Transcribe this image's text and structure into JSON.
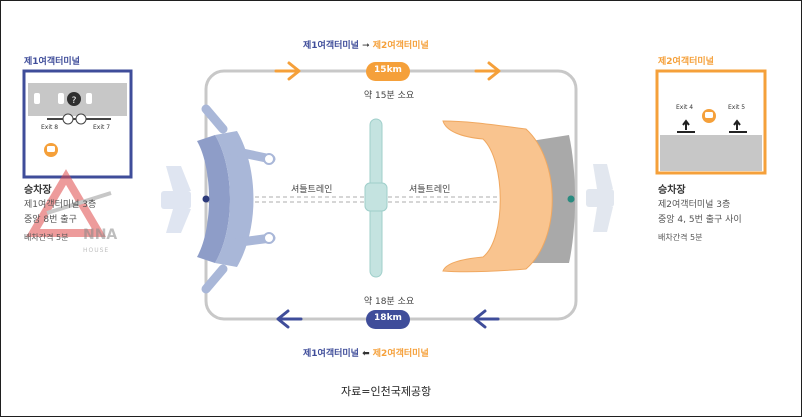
{
  "left_panel": {
    "terminal_label": "제1여객터미널",
    "exit_left": "Exit 8",
    "exit_right": "Exit 7",
    "boarding_title": "승차장",
    "location_line1": "제1여객터미널 3층",
    "location_line2": "중앙 8번 출구",
    "interval": "배차간격 5분"
  },
  "right_panel": {
    "terminal_label": "제2여객터미널",
    "exit_left": "Exit 4",
    "exit_right": "Exit 5",
    "boarding_title": "승차장",
    "location_line1": "제2여객터미널 3층",
    "location_line2": "중앙 4, 5번 출구 사이",
    "interval": "배차간격 5분"
  },
  "top_route": {
    "from": "제1여객터미널",
    "to": "제2여객터미널",
    "distance": "15km",
    "duration": "약 15분 소요"
  },
  "bottom_route": {
    "from": "제1여객터미널",
    "to": "제2여객터미널",
    "distance": "18km",
    "duration": "약 18분 소요"
  },
  "shuttle_left": "셔틀트레인",
  "shuttle_right": "셔틀트레인",
  "source": "자료=인천국제공항",
  "watermark": {
    "line1": "NNA",
    "line2": "HOUSE"
  },
  "colors": {
    "orange": "#f5a03a",
    "navy": "#3f4d9a",
    "t1_building": "#a9b7d8",
    "t2_building": "#f9c48f",
    "concourse": "#c4e3e0",
    "route_line": "#c8c8c8"
  }
}
